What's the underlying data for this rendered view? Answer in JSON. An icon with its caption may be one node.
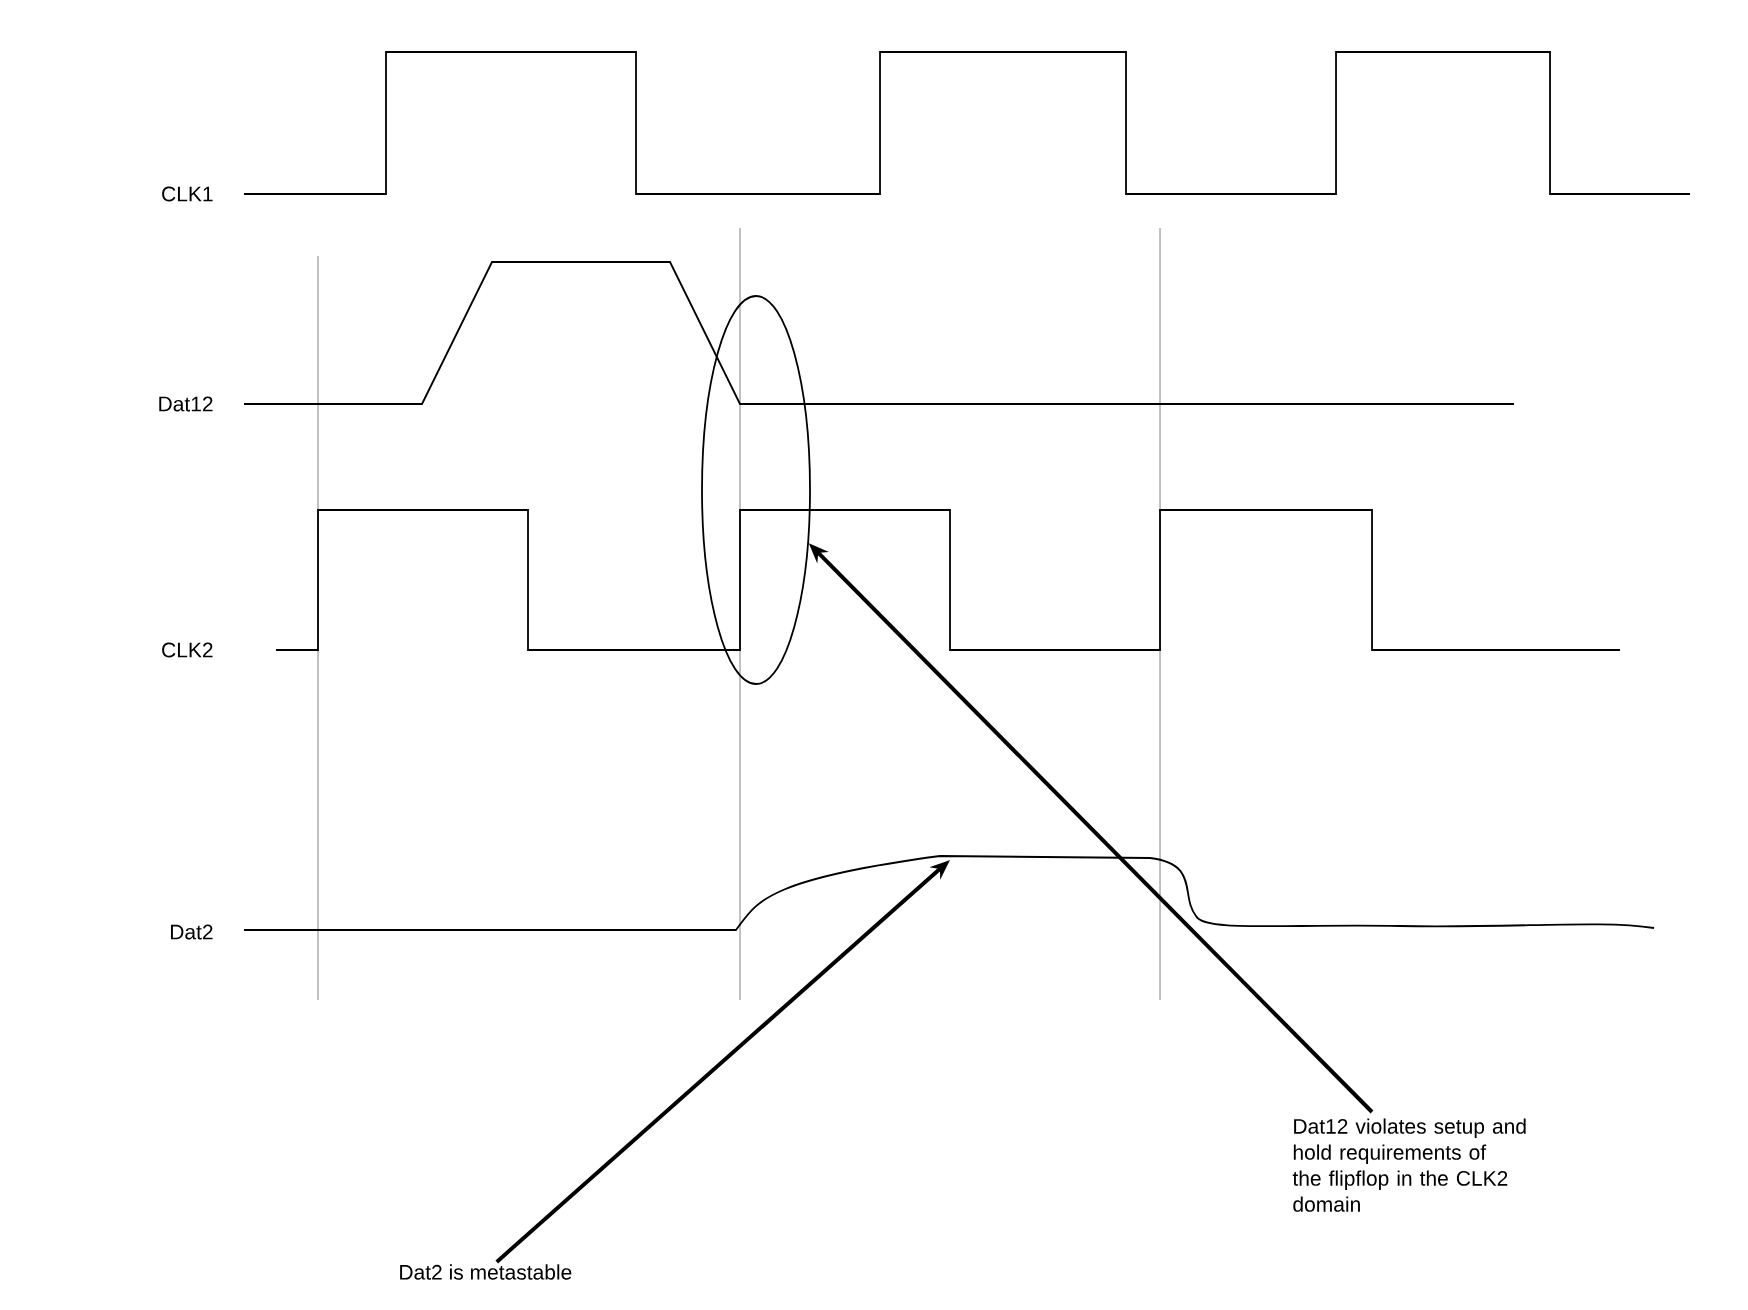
{
  "diagram": {
    "nodes": [
      {
        "text": [
          "Dat12 violates setup and hold requirements of the flipflop in the CLK2 domain"
        ]
      },
      {
        "text": [],
        "shape": "ellipse"
      },
      {
        "text": [
          "Dat2 is metastable"
        ]
      }
    ],
    "edges": [
      {
        "from": 0,
        "to": 1,
        "arrow": "to"
      },
      {
        "from": 2,
        "to": null,
        "arrow": "to"
      }
    ],
    "labels": [
      "CLK1",
      "Dat12",
      "CLK2",
      "Dat2"
    ]
  }
}
